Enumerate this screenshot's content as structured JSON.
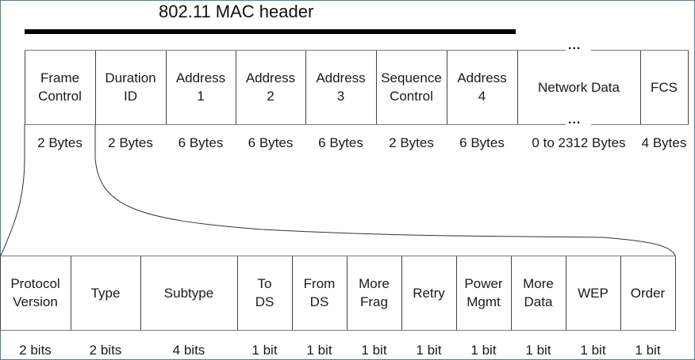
{
  "title": "802.11 MAC header",
  "header_fields": [
    {
      "label": "Frame\nControl",
      "size": "2 Bytes"
    },
    {
      "label": "Duration\nID",
      "size": "2 Bytes"
    },
    {
      "label": "Address\n1",
      "size": "6 Bytes"
    },
    {
      "label": "Address\n2",
      "size": "6 Bytes"
    },
    {
      "label": "Address\n3",
      "size": "6 Bytes"
    },
    {
      "label": "Sequence\nControl",
      "size": "2 Bytes"
    },
    {
      "label": "Address\n4",
      "size": "6 Bytes"
    },
    {
      "label": "Network Data",
      "size": "0 to 2312 Bytes"
    },
    {
      "label": "FCS",
      "size": "4 Bytes"
    }
  ],
  "ellipsis": "...",
  "frame_control_fields": [
    {
      "label": "Protocol\nVersion",
      "size": "2 bits"
    },
    {
      "label": "Type",
      "size": "2 bits"
    },
    {
      "label": "Subtype",
      "size": "4 bits"
    },
    {
      "label": "To\nDS",
      "size": "1 bit"
    },
    {
      "label": "From\nDS",
      "size": "1 bit"
    },
    {
      "label": "More\nFrag",
      "size": "1 bit"
    },
    {
      "label": "Retry",
      "size": "1 bit"
    },
    {
      "label": "Power\nMgmt",
      "size": "1 bit"
    },
    {
      "label": "More\nData",
      "size": "1 bit"
    },
    {
      "label": "WEP",
      "size": "1 bit"
    },
    {
      "label": "Order",
      "size": "1 bit"
    }
  ]
}
